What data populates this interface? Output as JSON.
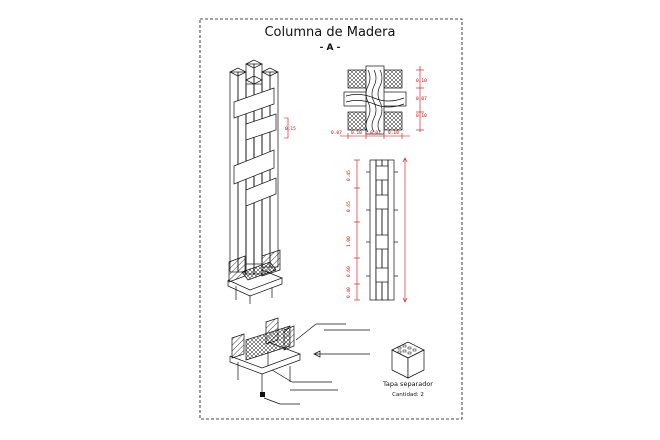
{
  "sheet": {
    "title": "Columna de Madera",
    "subtitle": "- A -"
  },
  "plan_dims": {
    "right": [
      "0.10",
      "0.07",
      "0.10"
    ],
    "bottom": [
      "0.07",
      "0.10",
      "0.07",
      "0.10"
    ]
  },
  "elevation_dims": {
    "left": [
      "0.45",
      "0.65",
      "1.00",
      "0.60",
      "0.40"
    ]
  },
  "iso_dim": "0.15",
  "cap": {
    "label": "Tapa separador",
    "sublabel": "Cantidad: 2"
  },
  "colors": {
    "line": "#111111",
    "dimension": "#dd0000"
  }
}
